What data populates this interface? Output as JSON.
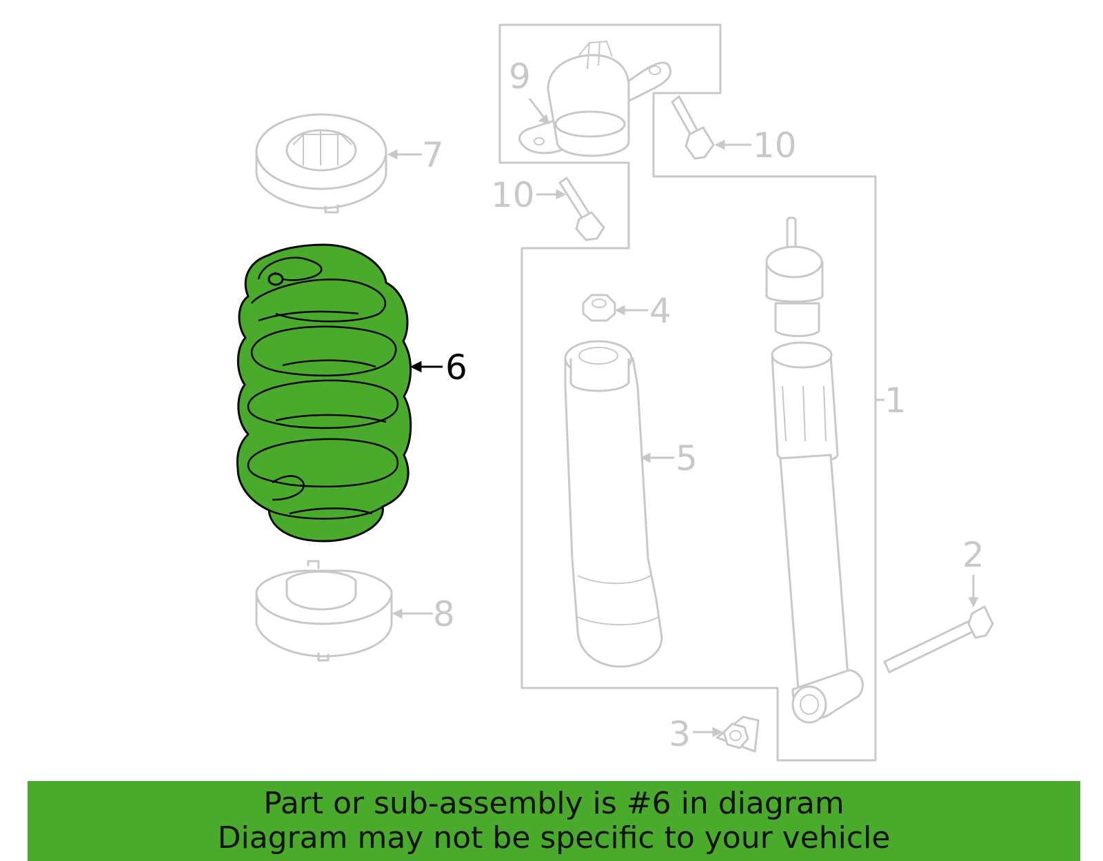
{
  "diagram": {
    "callouts": [
      {
        "id": "1",
        "label": "1"
      },
      {
        "id": "2",
        "label": "2"
      },
      {
        "id": "3",
        "label": "3"
      },
      {
        "id": "4",
        "label": "4"
      },
      {
        "id": "5",
        "label": "5"
      },
      {
        "id": "6",
        "label": "6"
      },
      {
        "id": "7",
        "label": "7"
      },
      {
        "id": "8",
        "label": "8"
      },
      {
        "id": "9",
        "label": "9"
      },
      {
        "id": "10a",
        "label": "10"
      },
      {
        "id": "10b",
        "label": "10"
      }
    ],
    "highlighted_part": "6",
    "colors": {
      "highlight": "#4aaa2b",
      "ghost": "#c8c8c8",
      "outline": "#000000"
    }
  },
  "banner": {
    "line1": "Part or sub-assembly is #6 in diagram",
    "line2": "Diagram may not be specific to your vehicle"
  }
}
